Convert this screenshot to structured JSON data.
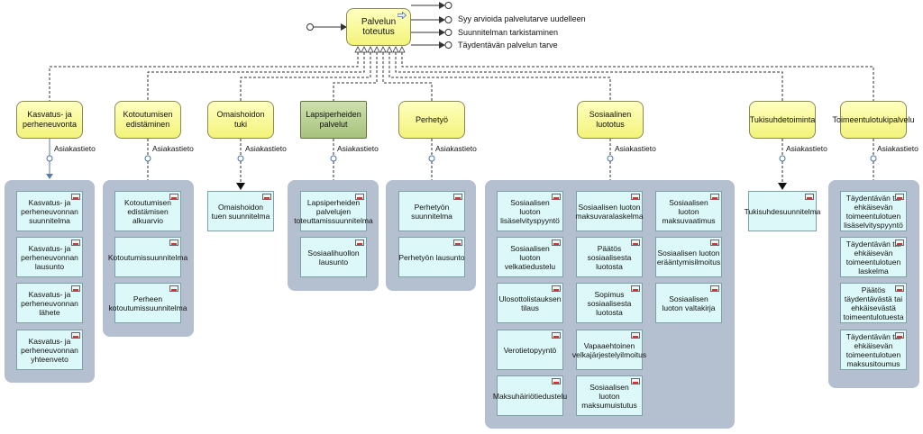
{
  "main_process": "Palvelun toteutus",
  "outputs": [
    "",
    "Syy arvioida palvelutarve uudelleen",
    "Suunnitelman tarkistaminen",
    "Täydentävän palvelun tarve"
  ],
  "flow_label": "Asiakastieto",
  "subprocesses": [
    {
      "label": "Kasvatus- ja perheneuvonta",
      "style": "yellow",
      "docs": [
        "Kasvatus- ja perheneuvonnan suunnitelma",
        "Kasvatus- ja perheneuvonnan lausunto",
        "Kasvatus- ja perheneuvonnan lähete",
        "Kasvatus- ja perheneuvonnan yhteenveto"
      ]
    },
    {
      "label": "Kotoutumisen edistäminen",
      "style": "yellow",
      "docs": [
        "Kotoutumisen edistämisen alkuarvio",
        "Kotoutumissuunnitelma",
        "Perheen kotoutumissuunnitelma"
      ]
    },
    {
      "label": "Omaishoidon tuki",
      "style": "yellow",
      "docs": [
        "Omaishoidon tuen suunnitelma"
      ]
    },
    {
      "label": "Lapsiperheiden palvelut",
      "style": "green",
      "docs": [
        "Lapsiperheiden palvelujen toteuttamissuunnitelma",
        "Sosiaalihuollon lausunto"
      ]
    },
    {
      "label": "Perhetyö",
      "style": "yellow",
      "docs": [
        "Perhetyön suunnitelma",
        "Perhetyön lausunto"
      ]
    },
    {
      "label": "Sosiaalinen luototus",
      "style": "yellow",
      "docs": [
        "Sosiaalisen luoton lisäselvityspyyntö",
        "Sosiaalisen luoton velkatiedustelu",
        "Ulosottolistauksen tilaus",
        "Verotietopyyntö",
        "Maksuhäiriötiedustelu",
        "Sosiaalisen luoton maksuvaralaskelma",
        "Päätös sosiaalisesta luotosta",
        "Sopimus sosiaalisesta luotosta",
        "Vapaaehtoinen velkajärjestelyilmoitus",
        "Sosiaalisen luoton maksumuistutus",
        "Sosiaalisen luoton maksuvaatimus",
        "Sosiaalisen luoton erääntymisilmoitus",
        "Sosiaalisen luoton valtakirja"
      ]
    },
    {
      "label": "Tukisuhdetoiminta",
      "style": "yellow",
      "docs": [
        "Tukisuhdesuunnitelma"
      ]
    },
    {
      "label": "Toimeentulotukipalvelu",
      "style": "yellow",
      "docs": [
        "Täydentävän tai ehkäisevän toimeentulotuen lisäselvityspyyntö",
        "Täydentävän tai ehkäisevän toimeentulotuen laskelma",
        "Päätös täydentävästä tai ehkäisevästä toimeentulotuesta",
        "Täydentävän tai ehkäisevän toimeentulotuen maksusitoumus"
      ]
    }
  ],
  "colors": {
    "process_fill": "#f7f79a",
    "green_fill": "#b9d08f",
    "group_fill": "#b4bfcf",
    "doc_fill": "#ddf8f8"
  }
}
